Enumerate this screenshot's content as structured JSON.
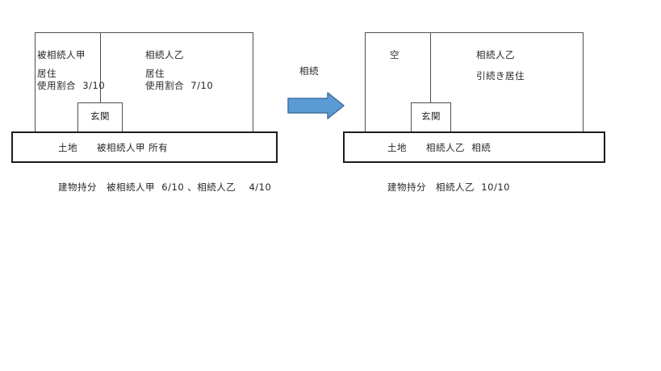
{
  "colors": {
    "background": "#ffffff",
    "building_line": "#4f4f4f",
    "land_line": "#1c1c1c",
    "text": "#262626",
    "arrow_fill": "#5b9bd5",
    "arrow_stroke": "#41719c"
  },
  "before": {
    "left_unit": {
      "owner": "被相続人甲",
      "status": "居住",
      "usage": "使用割合  3/10"
    },
    "right_unit": {
      "owner": "相続人乙",
      "status": "居住",
      "usage": "使用割合  7/10"
    },
    "entrance_label": "玄関",
    "land_label": "土地　　被相続人甲 所有",
    "caption": "建物持分　被相続人甲  6/10 、相続人乙　 4/10"
  },
  "transition": {
    "label": "相続"
  },
  "after": {
    "left_unit": {
      "owner": "空"
    },
    "right_unit": {
      "owner": "相続人乙",
      "status": "引続き居住"
    },
    "entrance_label": "玄関",
    "land_label": "土地　　相続人乙  相続",
    "caption": "建物持分　相続人乙  10/10"
  }
}
